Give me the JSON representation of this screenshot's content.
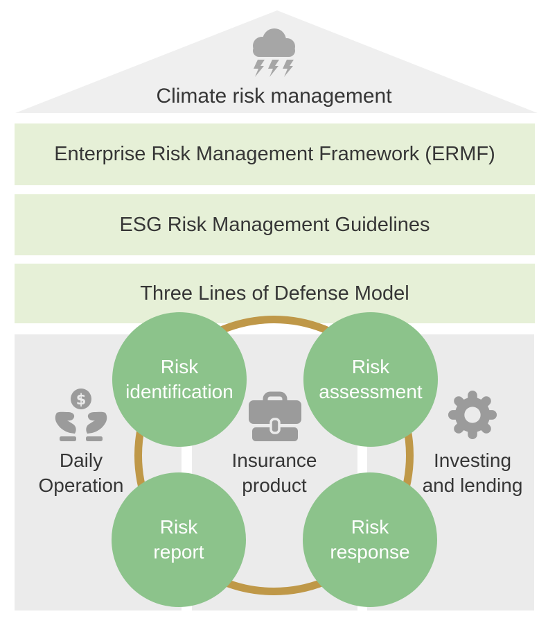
{
  "palette": {
    "roof_fill": "#efefef",
    "band_fill": "#e6f0d7",
    "panel_fill": "#ebebeb",
    "circle_fill": "#8cc38b",
    "ring_color": "#bf9848",
    "icon_gray": "#9b9b9b",
    "cloud_gray": "#a6a6a6",
    "text_dark": "#363636",
    "text_light": "#ffffff"
  },
  "roof": {
    "title": "Climate risk management",
    "icon": "storm-cloud-icon"
  },
  "bands": [
    {
      "label": "Enterprise Risk Management Framework (ERMF)"
    },
    {
      "label": "ESG Risk Management Guidelines"
    },
    {
      "label": "Three Lines of Defense Model"
    }
  ],
  "columns": [
    {
      "icon": "hands-dollar-icon",
      "line1": "Daily",
      "line2": "Operation"
    },
    {
      "icon": "briefcase-icon",
      "line1": "Insurance",
      "line2": "product"
    },
    {
      "icon": "gear-icon",
      "line1": "Investing",
      "line2": "and lending"
    }
  ],
  "cycle": {
    "steps": [
      {
        "line1": "Risk",
        "line2": "identification"
      },
      {
        "line1": "Risk",
        "line2": "assessment"
      },
      {
        "line1": "Risk",
        "line2": "report"
      },
      {
        "line1": "Risk",
        "line2": "response"
      }
    ]
  }
}
